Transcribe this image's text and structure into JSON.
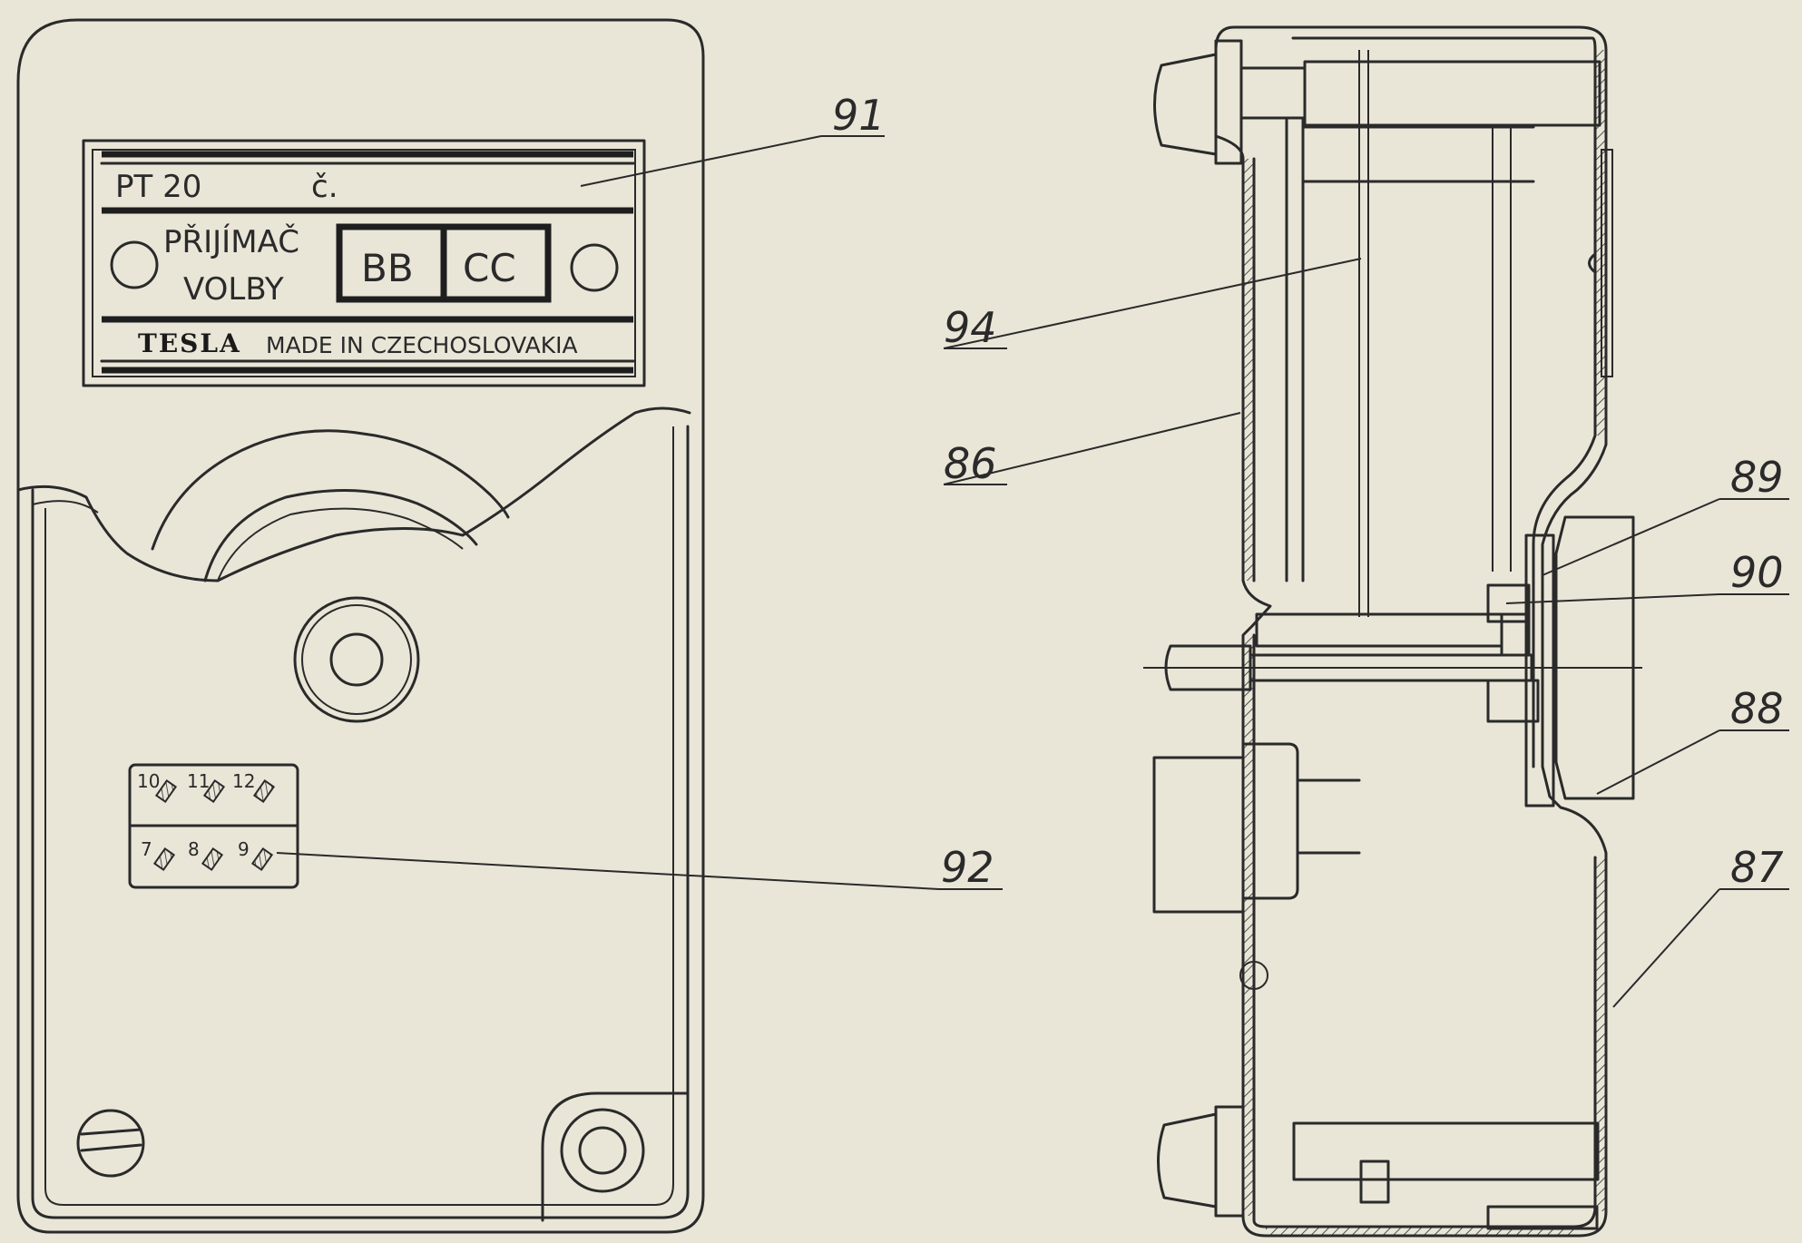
{
  "nameplate": {
    "model": "PT 20",
    "number_label": "č.",
    "title_line1": "PŘIJÍMAČ",
    "title_line2": "VOLBY",
    "box1": "BB",
    "box2": "CC",
    "brand": "TESLA",
    "origin": "MADE IN CZECHOSLOVAKIA"
  },
  "terminals": {
    "top": [
      "10",
      "11",
      "12"
    ],
    "bottom": [
      "7",
      "8",
      "9"
    ]
  },
  "callouts": {
    "c91": "91",
    "c94": "94",
    "c86": "86",
    "c92": "92",
    "c89": "89",
    "c90": "90",
    "c88": "88",
    "c87": "87"
  }
}
